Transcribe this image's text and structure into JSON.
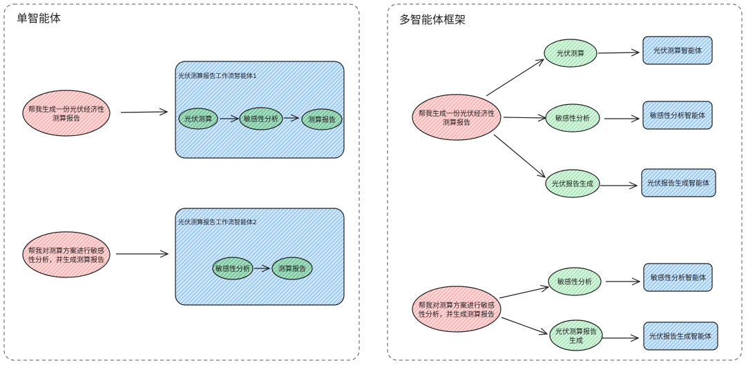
{
  "colors": {
    "request": "#ffc9c9",
    "request_hatch": "#f08c8c",
    "task": "#c3f0d0",
    "task_hatch": "#7fcf95",
    "workflow_step": "#96d4b5",
    "workflow_step_hatch": "#3aa070",
    "agent": "#bfdcf5",
    "agent_hatch": "#5aa6e6",
    "stroke": "#1e1e1e"
  },
  "single_agent": {
    "title": "单智能体",
    "scenarios": [
      {
        "request_line1": "帮我生成一份光伏经济性",
        "request_line2": "测算报告",
        "workflow_title": "光伏测算报告工作流智能体1",
        "steps": [
          "光伏测算",
          "敏感性分析",
          "测算报告"
        ]
      },
      {
        "request_line1": "帮我对测算方案进行敏感",
        "request_line2": "性分析，并生成测算报告",
        "workflow_title": "光伏测算报告工作流智能体2",
        "steps": [
          "敏感性分析",
          "测算报告"
        ]
      }
    ]
  },
  "multi_agent": {
    "title": "多智能体框架",
    "scenarios": [
      {
        "request_line1": "帮我生成一份光伏经济性",
        "request_line2": "测算报告",
        "tasks": [
          {
            "task": "光伏测算",
            "agent": "光伏测算智能体"
          },
          {
            "task": "敏感性分析",
            "agent": "敏感性分析智能体"
          },
          {
            "task": "光伏报告生成",
            "agent": "光伏报告生成智能体"
          }
        ]
      },
      {
        "request_line1": "帮我对测算方案进行敏感",
        "request_line2": "性分析，并生成测算报告",
        "tasks": [
          {
            "task": "敏感性分析",
            "agent": "敏感性分析智能体"
          },
          {
            "task_line1": "光伏测算报告",
            "task_line2": "生成",
            "agent": "光伏报告生成智能体"
          }
        ]
      }
    ]
  }
}
